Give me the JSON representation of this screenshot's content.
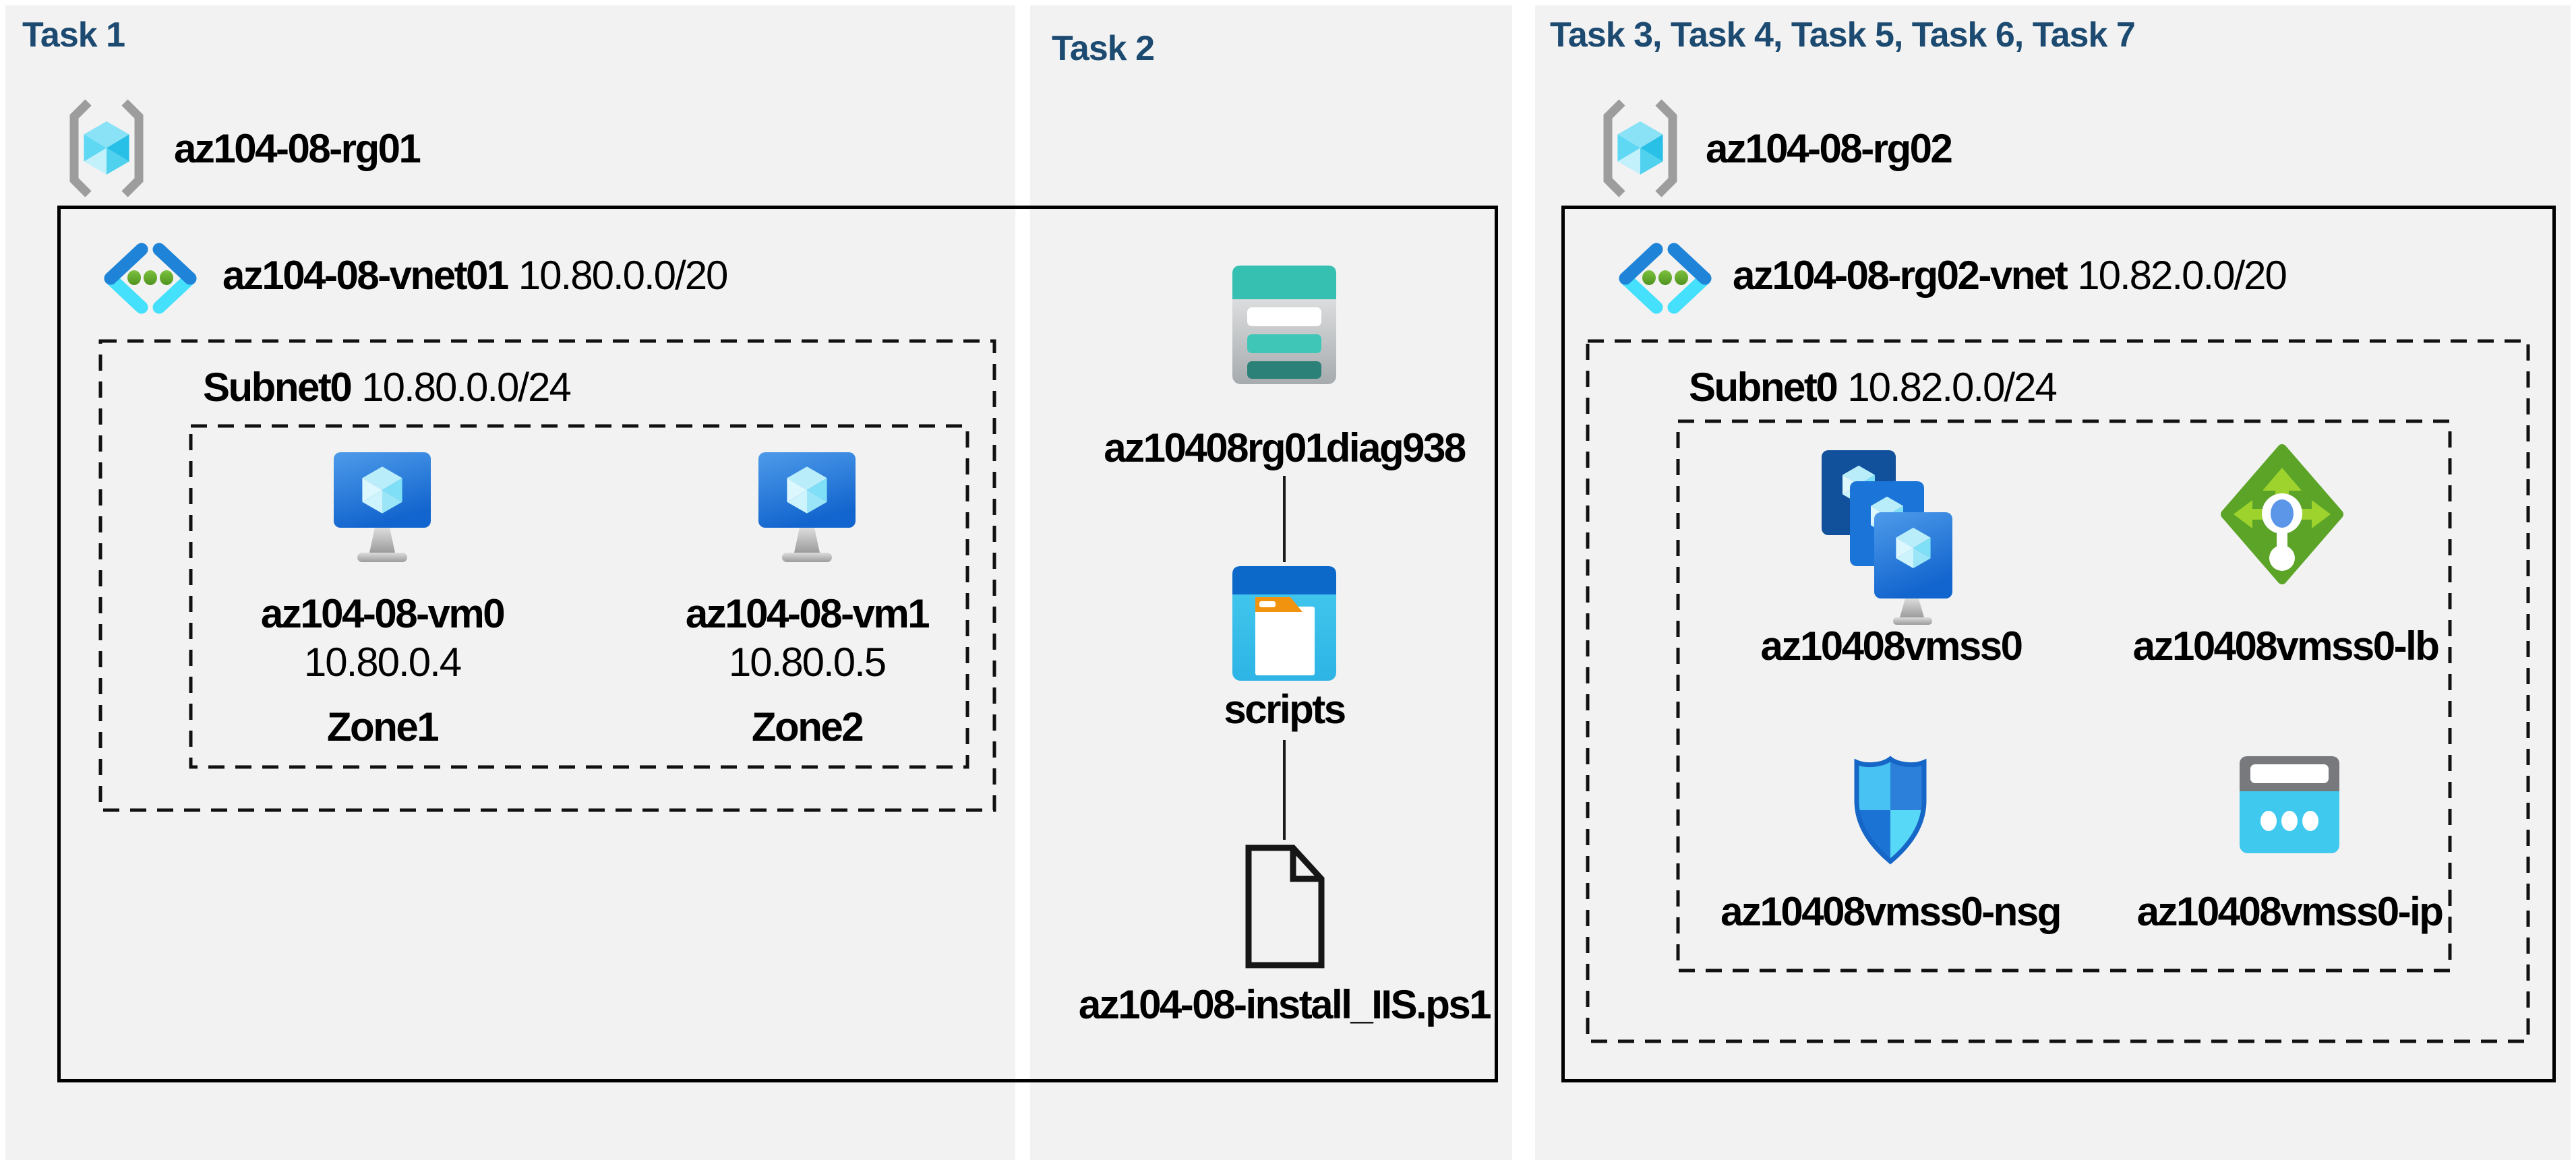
{
  "colors": {
    "header_navy": "#1C4A70",
    "panel_gray": "#F2F2F2",
    "box_border": "#000000",
    "storage_teal": "#35C0B1",
    "vnet_blue": "#1F83D7",
    "lb_green": "#5BA427"
  },
  "task1": {
    "title": "Task 1",
    "resource_group": "az104-08-rg01",
    "vnet_name": "az104-08-vnet01",
    "vnet_cidr": "10.80.0.0/20",
    "subnet_name": "Subnet0",
    "subnet_cidr": "10.80.0.0/24",
    "vms": [
      {
        "name": "az104-08-vm0",
        "ip": "10.80.0.4",
        "zone": "Zone1"
      },
      {
        "name": "az104-08-vm1",
        "ip": "10.80.0.5",
        "zone": "Zone2"
      }
    ]
  },
  "task2": {
    "title": "Task 2",
    "storage_account": "az10408rg01diag938",
    "container": "scripts",
    "script_file": "az104-08-install_IIS.ps1"
  },
  "task3": {
    "title": "Task 3, Task 4, Task 5, Task 6, Task 7",
    "resource_group": "az104-08-rg02",
    "vnet_name": "az104-08-rg02-vnet",
    "vnet_cidr": "10.82.0.0/20",
    "subnet_name": "Subnet0",
    "subnet_cidr": "10.82.0.0/24",
    "vmss": "az10408vmss0",
    "load_balancer": "az10408vmss0-lb",
    "nsg": "az10408vmss0-nsg",
    "public_ip": "az10408vmss0-ip"
  }
}
